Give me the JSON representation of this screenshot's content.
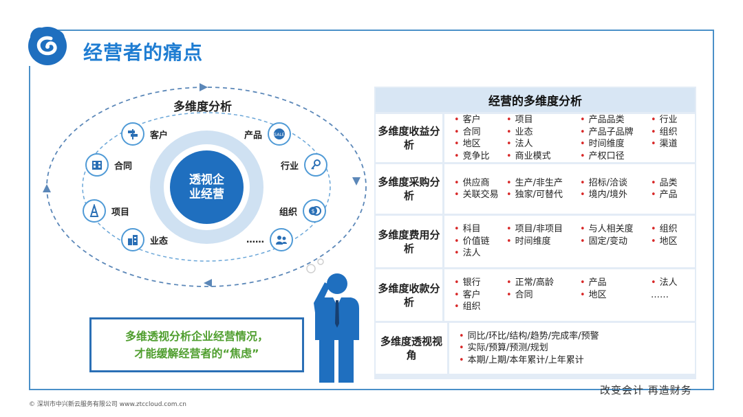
{
  "title": "经营者的痛点",
  "diagram": {
    "title": "多维度分析",
    "center": "透视企业经营",
    "nodes": [
      "客户",
      "产品",
      "合同",
      "行业",
      "项目",
      "组织",
      "业态",
      "……"
    ]
  },
  "quote": {
    "line1": "多维透视分析企业经营情况，",
    "line2": "才能缓解经营者的“焦虑”"
  },
  "table": {
    "header": "经营的多维度分析",
    "rows": [
      {
        "label": "多维度收益分析",
        "items": [
          "客户",
          "项目",
          "产品品类",
          "行业",
          "合同",
          "业态",
          "产品子品牌",
          "组织",
          "地区",
          "法人",
          "时间维度",
          "渠道",
          "竞争比",
          "商业模式",
          "产权口径",
          ""
        ]
      },
      {
        "label": "多维度采购分析",
        "items": [
          "供应商",
          "生产/非生产",
          "招标/洽谈",
          "品类",
          "关联交易",
          "独家/可替代",
          "境内/境外",
          "产品"
        ]
      },
      {
        "label": "多维度费用分析",
        "items": [
          "科目",
          "项目/非项目",
          "与人相关度",
          "组织",
          "价值链",
          "时间维度",
          "固定/变动",
          "地区",
          "法人",
          "",
          "",
          ""
        ]
      },
      {
        "label": "多维度收款分析",
        "items": [
          "银行",
          "正常/高龄",
          "产品",
          "法人",
          "客户",
          "合同",
          "地区",
          "……",
          "组织",
          "",
          "",
          ""
        ]
      },
      {
        "label": "多维度透视视角",
        "lines": [
          "同比/环比/结构/趋势/完成率/预警",
          "实际/预算/预测/规划",
          "本期/上期/本年累计/上年累计"
        ]
      }
    ]
  },
  "slogan": "改变会计  再造财务",
  "copyright": "© 深圳市中兴新云服务有限公司  www.ztccloud.com.cn",
  "colors": {
    "primary": "#1f7dd2",
    "quote_green": "#4f9e2e",
    "bullet_red": "#d82828"
  }
}
